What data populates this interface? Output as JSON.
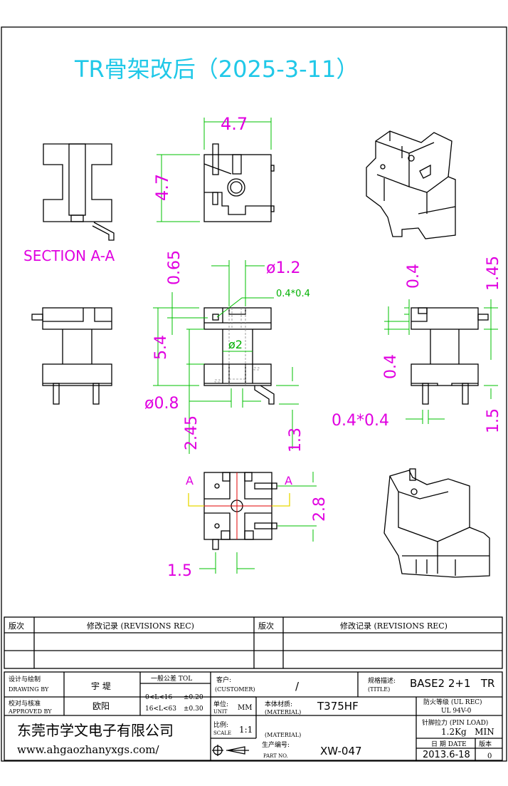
{
  "title": "TR骨架改后（2025-3-11）",
  "section_label": "SECTION A-A",
  "section_marker": "A",
  "dimensions": {
    "side_width": "4.7",
    "side_height": "4.7",
    "top_0_65": "0.65",
    "phi_1_2": "ø1.2",
    "square_0_4": "0.4*0.4",
    "height_5_4": "5.4",
    "phi_2": "ø2",
    "phi_0_8": "ø0.8",
    "pin_2_45": "2.45",
    "pin_1_3": "1.3",
    "right_0_4_top": "0.4",
    "right_1_45": "1.45",
    "right_0_4_side": "0.4",
    "right_1_5": "1.5",
    "right_pin_0_4": "0.4*0.4",
    "bottom_2_8": "2.8",
    "bottom_1_5": "1.5"
  },
  "revisions": {
    "col1": "版次",
    "col2": "修改记录 (REVISIONS REC)",
    "col3": "版次",
    "col4": "修改记录 (REVISIONS REC)"
  },
  "titleblock": {
    "drawn_by_label": "设计与绘制",
    "drawn_by_label_en": "DRAWING BY",
    "drawn_by": "宇 堤",
    "approved_label": "校对与核准",
    "approved_label_en": "APPROVED BY",
    "approved_by": "欧阳",
    "tol_title": "一般公差 TOL",
    "tol_range1": "0<L<16",
    "tol_val1": "±0.20",
    "tol_range2": "16<L<63",
    "tol_val2": "±0.30",
    "customer_label": "客户:",
    "customer_label_en": "(CUSTOMER)",
    "customer": "/",
    "spec_label": "规格描述:",
    "spec_label_en": "(TITLE)",
    "spec": "BASE2 2+1   TR",
    "unit_label": "单位:",
    "unit_label_en": "UNIT",
    "unit": "MM",
    "material_label": "本体材质:",
    "material_label_en": "(MATERIAL)",
    "material": "T375HF",
    "fire_label": "防火等级 (UL REC)",
    "fire": "UL 94V-0",
    "scale_label": "比例:",
    "scale_label_en": "SCALE",
    "scale": "1:1",
    "material2_label_en": "(MATERIAL)",
    "pin_load_label": "针脚拉力 (PIN LOAD)",
    "pin_load": "1.2Kg   MIN",
    "part_no_label": "生产编号:",
    "part_no_label_en": "PART NO.",
    "part_no": "XW-047",
    "date_label": "日 期 DATE",
    "date": "2013.6-18",
    "version_label": "版本",
    "version": "0",
    "company": "东莞市学文电子有限公司",
    "website": "www.ahgaozhanyxgs.com/"
  }
}
